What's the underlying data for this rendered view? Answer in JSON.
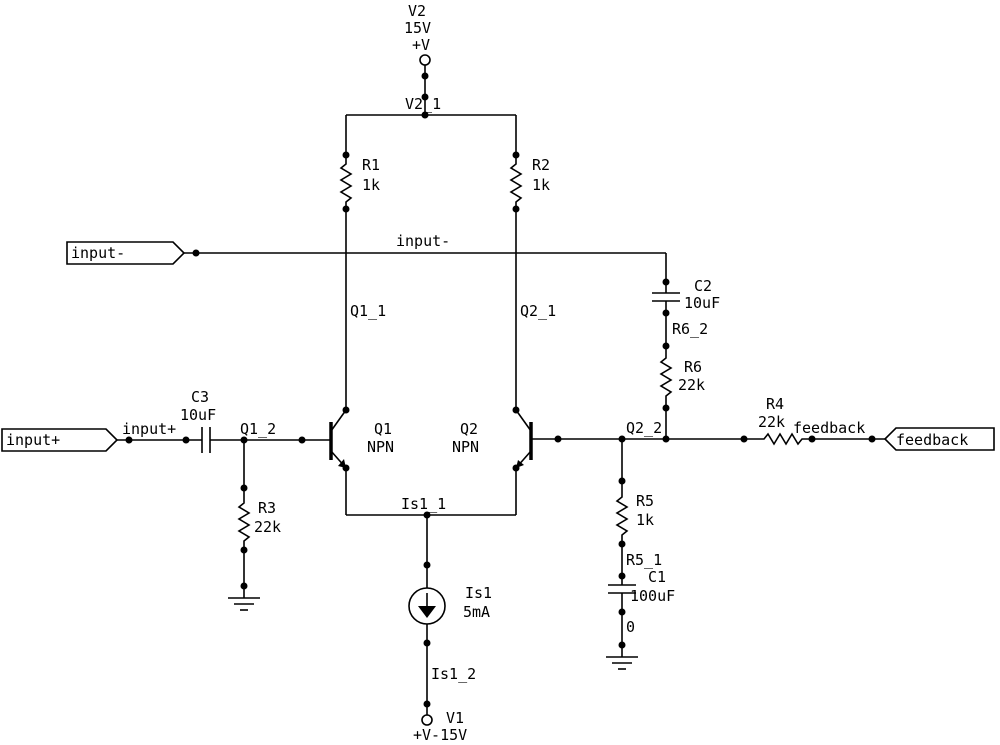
{
  "supply": {
    "v2": {
      "name": "V2",
      "value": "15V",
      "node": "+V"
    },
    "v1": {
      "name": "V1",
      "value": "+V-15V"
    }
  },
  "nets": {
    "v2_1": "V2_1",
    "input_minus": "input-",
    "q1_1": "Q1_1",
    "q2_1": "Q2_1",
    "input_plus": "input+",
    "q1_2": "Q1_2",
    "q2_2": "Q2_2",
    "is1_1": "Is1_1",
    "is1_2": "Is1_2",
    "r6_2": "R6_2",
    "r5_1": "R5_1",
    "zero": "0",
    "feedback": "feedback"
  },
  "ports": {
    "input_minus": "input-",
    "input_plus": "input+",
    "feedback": "feedback"
  },
  "components": {
    "r1": {
      "name": "R1",
      "value": "1k"
    },
    "r2": {
      "name": "R2",
      "value": "1k"
    },
    "r3": {
      "name": "R3",
      "value": "22k"
    },
    "r4": {
      "name": "R4",
      "value": "22k"
    },
    "r5": {
      "name": "R5",
      "value": "1k"
    },
    "r6": {
      "name": "R6",
      "value": "22k"
    },
    "c1": {
      "name": "C1",
      "value": "100uF"
    },
    "c2": {
      "name": "C2",
      "value": "10uF"
    },
    "c3": {
      "name": "C3",
      "value": "10uF"
    },
    "q1": {
      "name": "Q1",
      "type": "NPN"
    },
    "q2": {
      "name": "Q2",
      "type": "NPN"
    },
    "is1": {
      "name": "Is1",
      "value": "5mA"
    }
  }
}
